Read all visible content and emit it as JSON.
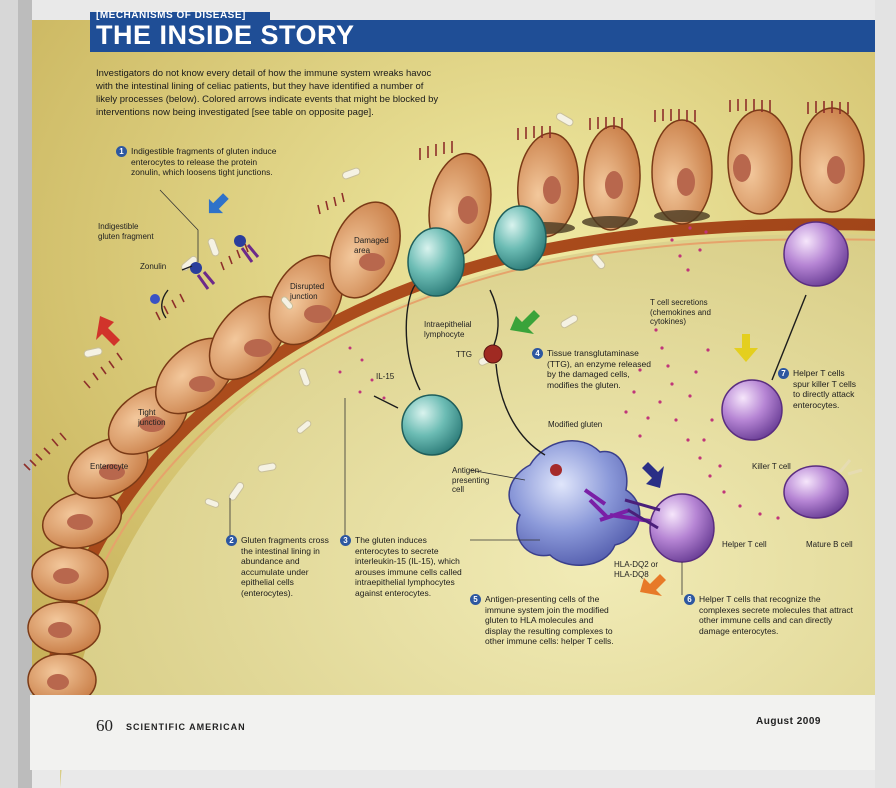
{
  "header": {
    "kicker": "[MECHANISMS OF DISEASE]",
    "title": "THE INSIDE STORY",
    "intro": "Investigators do not know every detail of how the immune system wreaks havoc with the intestinal lining of celiac patients, but they have identified a number of likely processes (below). Colored arrows indicate events that might be blocked by interventions now being investigated [see table on opposite page]."
  },
  "steps": [
    {
      "n": "1",
      "text": "Indigestible fragments of gluten induce enterocytes to release the protein zonulin, which loosens tight junctions."
    },
    {
      "n": "2",
      "text": "Gluten fragments cross the intestinal lining in abundance and accumulate under epithelial cells (enterocytes)."
    },
    {
      "n": "3",
      "text": "The gluten induces enterocytes to secrete interleukin-15 (IL-15), which arouses immune cells called intraepithelial lymphocytes against enterocytes."
    },
    {
      "n": "4",
      "text": "Tissue transglutaminase (TTG), an enzyme released by the damaged cells, modifies the gluten."
    },
    {
      "n": "5",
      "text": "Antigen-presenting cells of the immune system join the modified gluten to HLA molecules and display the resulting complexes to other immune cells: helper T cells."
    },
    {
      "n": "6",
      "text": "Helper T cells that recognize the complexes secrete molecules that attract other immune cells and can directly damage enterocytes."
    },
    {
      "n": "7",
      "text": "Helper T cells spur killer T cells to directly attack enterocytes."
    }
  ],
  "labels": {
    "indigestible_gluten": "Indigestible gluten fragment",
    "zonulin": "Zonulin",
    "disrupted_junction": "Disrupted junction",
    "damaged_area": "Damaged area",
    "intraepithelial": "Intraepithelial lymphocyte",
    "tight_junction": "Tight junction",
    "enterocyte": "Enterocyte",
    "il15": "IL-15",
    "ttg": "TTG",
    "tcell_secretions": "T cell secretions (chemokines and cytokines)",
    "modified_gluten": "Modified gluten",
    "apc": "Antigen-presenting cell",
    "hla": "HLA-DQ2 or HLA-DQ8",
    "helper_t": "Helper T cell",
    "killer_t": "Killer T cell",
    "mature_b": "Mature B cell"
  },
  "footer": {
    "page_number": "60",
    "magazine": "SCIENTIFIC AMERICAN",
    "date": "August 2009"
  },
  "colors": {
    "banner": "#1f4e96",
    "blue_arrow": "#2f72c9",
    "red_arrow": "#d1332b",
    "green_arrow": "#3aa33a",
    "yellow_arrow": "#e4cf1e",
    "navy_arrow": "#2a2f86",
    "orange_arrow": "#e77a28"
  }
}
